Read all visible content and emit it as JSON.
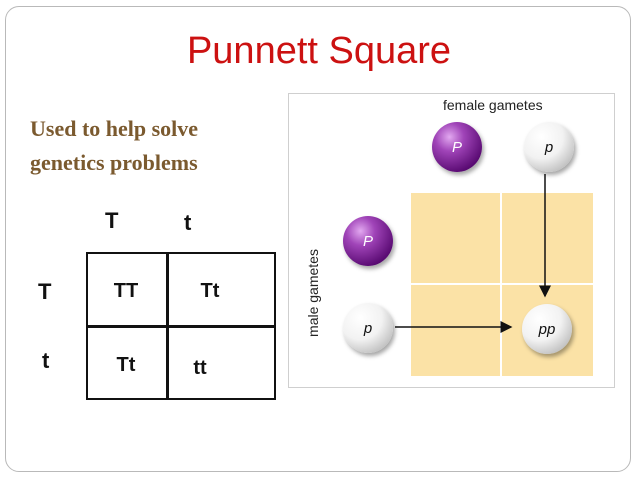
{
  "title": "Punnett Square",
  "subtitle_lines": [
    "Used to help solve",
    "genetics problems"
  ],
  "simple_square": {
    "col_headers": [
      "T",
      "t"
    ],
    "row_headers": [
      "T",
      "t"
    ],
    "cells": [
      [
        "TT",
        "Tt"
      ],
      [
        "Tt",
        "tt"
      ]
    ]
  },
  "diagram": {
    "female_label": "female gametes",
    "male_label": "male gametes",
    "female_gametes": [
      "P",
      "p"
    ],
    "male_gametes": [
      "P",
      "p"
    ],
    "result": "pp",
    "colors": {
      "dominant": "#5a0b73",
      "recessive": "#e6e6e6",
      "grid": "#fbe2a6",
      "title": "#cc1111"
    }
  }
}
